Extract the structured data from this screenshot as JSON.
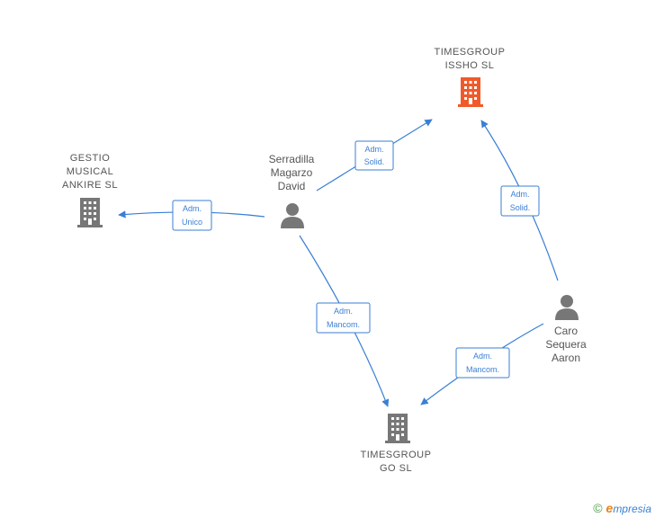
{
  "nodes": {
    "timesgroup_issho": {
      "label_lines": [
        "TIMESGROUP",
        "ISSHO  SL"
      ],
      "type": "company",
      "color": "#f05a2a"
    },
    "gestio_musical": {
      "label_lines": [
        "GESTIO",
        "MUSICAL",
        "ANKIRE  SL"
      ],
      "type": "company",
      "color": "#777777"
    },
    "timesgroup_go": {
      "label_lines": [
        "TIMESGROUP",
        "GO  SL"
      ],
      "type": "company",
      "color": "#777777"
    },
    "serradilla": {
      "label_lines": [
        "Serradilla",
        "Magarzo",
        "David"
      ],
      "type": "person",
      "color": "#777777"
    },
    "caro": {
      "label_lines": [
        "Caro",
        "Sequera",
        "Aaron"
      ],
      "type": "person",
      "color": "#777777"
    }
  },
  "edges": [
    {
      "from": "serradilla",
      "to": "timesgroup_issho",
      "label_lines": [
        "Adm.",
        "Solid."
      ]
    },
    {
      "from": "serradilla",
      "to": "gestio_musical",
      "label_lines": [
        "Adm.",
        "Unico"
      ]
    },
    {
      "from": "serradilla",
      "to": "timesgroup_go",
      "label_lines": [
        "Adm.",
        "Mancom."
      ]
    },
    {
      "from": "caro",
      "to": "timesgroup_issho",
      "label_lines": [
        "Adm.",
        "Solid."
      ]
    },
    {
      "from": "caro",
      "to": "timesgroup_go",
      "label_lines": [
        "Adm.",
        "Mancom."
      ]
    }
  ],
  "footer": {
    "copyright_symbol": "©",
    "brand_initial": "e",
    "brand_rest": "mpresia"
  },
  "colors": {
    "edge": "#3a7fd4",
    "accent": "#f05a2a",
    "neutral": "#777777"
  }
}
